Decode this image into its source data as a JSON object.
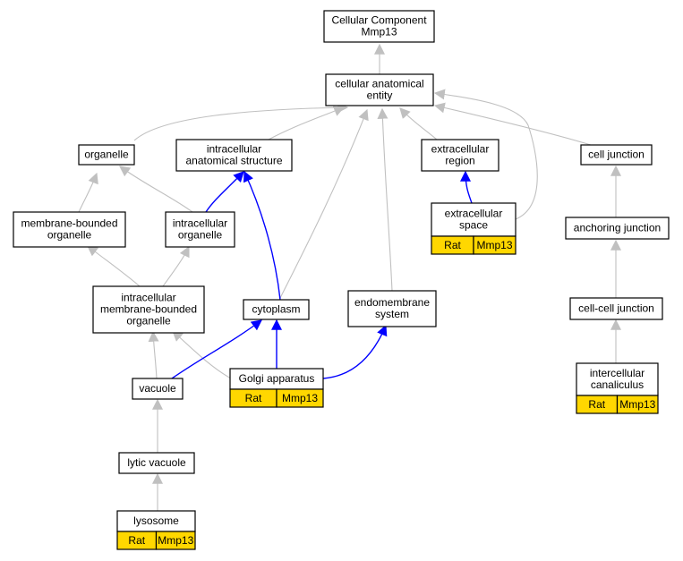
{
  "colors": {
    "node_border": "#000000",
    "node_fill": "#ffffff",
    "annotation_fill": "#ffd700",
    "edge_is_a": "#c0c0c0",
    "edge_part_of": "#0000ff"
  },
  "nodes": {
    "root": {
      "lines": [
        "Cellular Component",
        "Mmp13"
      ]
    },
    "entity": {
      "lines": [
        "cellular anatomical",
        "entity"
      ]
    },
    "organelle": {
      "lines": [
        "organelle"
      ]
    },
    "intracellular_structure": {
      "lines": [
        "intracellular",
        "anatomical structure"
      ]
    },
    "extracellular_region": {
      "lines": [
        "extracellular",
        "region"
      ]
    },
    "cell_junction": {
      "lines": [
        "cell junction"
      ]
    },
    "membrane_bounded": {
      "lines": [
        "membrane-bounded",
        "organelle"
      ]
    },
    "intracellular_organelle": {
      "lines": [
        "intracellular",
        "organelle"
      ]
    },
    "extracellular_space": {
      "lines": [
        "extracellular",
        "space"
      ],
      "annotation": [
        "Rat",
        "Mmp13"
      ]
    },
    "anchoring_junction": {
      "lines": [
        "anchoring junction"
      ]
    },
    "intracellular_mbo": {
      "lines": [
        "intracellular",
        "membrane-bounded",
        "organelle"
      ]
    },
    "cytoplasm": {
      "lines": [
        "cytoplasm"
      ]
    },
    "endomembrane": {
      "lines": [
        "endomembrane",
        "system"
      ]
    },
    "cell_cell_junction": {
      "lines": [
        "cell-cell junction"
      ]
    },
    "vacuole": {
      "lines": [
        "vacuole"
      ]
    },
    "golgi": {
      "lines": [
        "Golgi apparatus"
      ],
      "annotation": [
        "Rat",
        "Mmp13"
      ]
    },
    "intercellular_canaliculus": {
      "lines": [
        "intercellular",
        "canaliculus"
      ],
      "annotation": [
        "Rat",
        "Mmp13"
      ]
    },
    "lytic_vacuole": {
      "lines": [
        "lytic vacuole"
      ]
    },
    "lysosome": {
      "lines": [
        "lysosome"
      ],
      "annotation": [
        "Rat",
        "Mmp13"
      ]
    }
  },
  "edges": [
    {
      "from": "entity",
      "to": "root",
      "type": "is_a"
    },
    {
      "from": "organelle",
      "to": "entity",
      "type": "is_a"
    },
    {
      "from": "intracellular_structure",
      "to": "entity",
      "type": "is_a"
    },
    {
      "from": "extracellular_region",
      "to": "entity",
      "type": "is_a"
    },
    {
      "from": "cell_junction",
      "to": "entity",
      "type": "is_a"
    },
    {
      "from": "extracellular_space",
      "to": "entity",
      "type": "is_a"
    },
    {
      "from": "cytoplasm",
      "to": "entity",
      "type": "is_a"
    },
    {
      "from": "endomembrane",
      "to": "entity",
      "type": "is_a"
    },
    {
      "from": "membrane_bounded",
      "to": "organelle",
      "type": "is_a"
    },
    {
      "from": "intracellular_organelle",
      "to": "organelle",
      "type": "is_a"
    },
    {
      "from": "intracellular_organelle",
      "to": "intracellular_structure",
      "type": "part_of"
    },
    {
      "from": "extracellular_space",
      "to": "extracellular_region",
      "type": "part_of"
    },
    {
      "from": "anchoring_junction",
      "to": "cell_junction",
      "type": "is_a"
    },
    {
      "from": "intracellular_mbo",
      "to": "membrane_bounded",
      "type": "is_a"
    },
    {
      "from": "intracellular_mbo",
      "to": "intracellular_organelle",
      "type": "is_a"
    },
    {
      "from": "cytoplasm",
      "to": "intracellular_structure",
      "type": "part_of"
    },
    {
      "from": "cell_cell_junction",
      "to": "anchoring_junction",
      "type": "is_a"
    },
    {
      "from": "vacuole",
      "to": "intracellular_mbo",
      "type": "is_a"
    },
    {
      "from": "golgi",
      "to": "intracellular_mbo",
      "type": "is_a"
    },
    {
      "from": "vacuole",
      "to": "cytoplasm",
      "type": "part_of"
    },
    {
      "from": "golgi",
      "to": "cytoplasm",
      "type": "part_of"
    },
    {
      "from": "golgi",
      "to": "endomembrane",
      "type": "part_of"
    },
    {
      "from": "intercellular_canaliculus",
      "to": "cell_cell_junction",
      "type": "is_a"
    },
    {
      "from": "lytic_vacuole",
      "to": "vacuole",
      "type": "is_a"
    },
    {
      "from": "lysosome",
      "to": "lytic_vacuole",
      "type": "is_a"
    }
  ]
}
